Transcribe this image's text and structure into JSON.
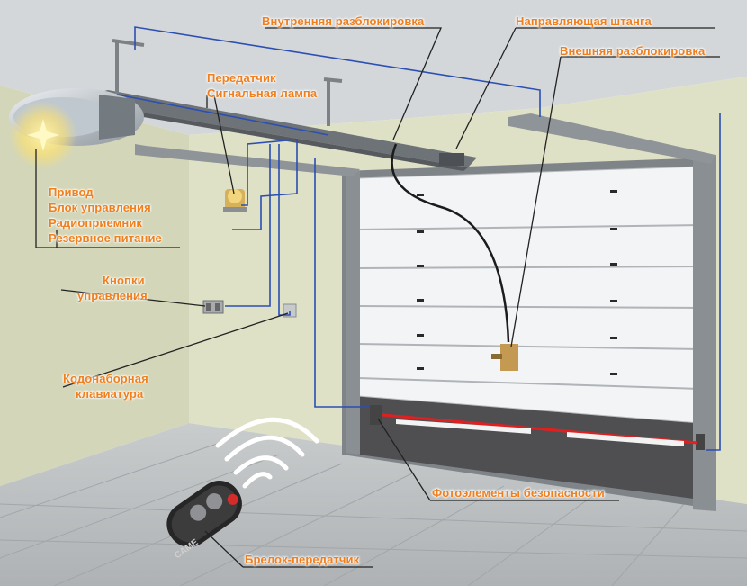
{
  "labels": {
    "inner_unlock": "Внутренняя разблокировка",
    "guide_rail": "Направляющая штанга",
    "outer_unlock": "Внешняя разблокировка",
    "transmitter_line1": "Передатчик",
    "transmitter_line2": "Сигнальная лампа",
    "drive_line1": "Привод",
    "drive_line2": "Блок управления",
    "drive_line3": "Радиоприемник",
    "drive_line4": "Резервное питание",
    "buttons_line1": "Кнопки",
    "buttons_line2": "управления",
    "keypad_line1": "Кодонаборная",
    "keypad_line2": "клавиатура",
    "photocells": "Фотоэлементы безопасности",
    "remote": "Брелок-передатчик"
  },
  "remote_brand": "CAME",
  "colors": {
    "label_text": "#f07f1e",
    "wire": "#2b4fb3",
    "leader_line": "#222222",
    "wall": "#d9dcc0",
    "floor": "#b8bcbe",
    "door": "#f4f5f6",
    "ceiling": "#cfd2d4",
    "safety_beam": "#e02020"
  }
}
